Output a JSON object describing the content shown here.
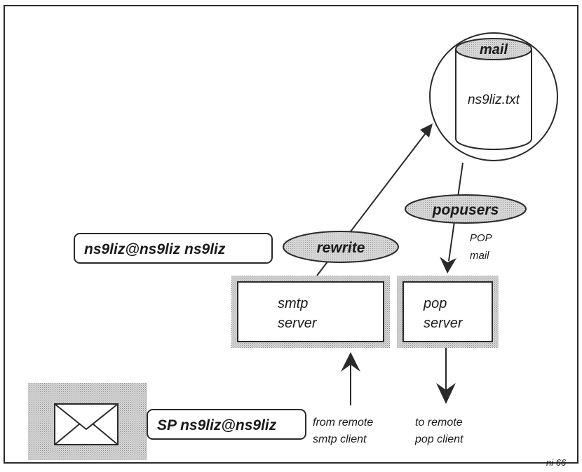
{
  "diagram": {
    "database": {
      "title": "mail",
      "file": "ns9liz.txt"
    },
    "ovals": {
      "rewrite": "rewrite",
      "popusers": "popusers"
    },
    "boxes": {
      "alias": "ns9liz@ns9liz  ns9liz",
      "smtp_line1": "smtp",
      "smtp_line2": "server",
      "pop_line1": "pop",
      "pop_line2": "server",
      "sp": "SP ns9liz@ns9liz"
    },
    "labels": {
      "pop_mail_1": "POP",
      "pop_mail_2": "mail",
      "from_remote_1": "from remote",
      "from_remote_2": "smtp client",
      "to_remote_1": "to remote",
      "to_remote_2": "pop client",
      "page_ref": "ni 66"
    },
    "icons": {
      "envelope": "envelope-icon"
    },
    "colors": {
      "line": "#2a2a2a",
      "shade": "#c8c8c8",
      "oval_fill": "#cfcfcf"
    }
  }
}
